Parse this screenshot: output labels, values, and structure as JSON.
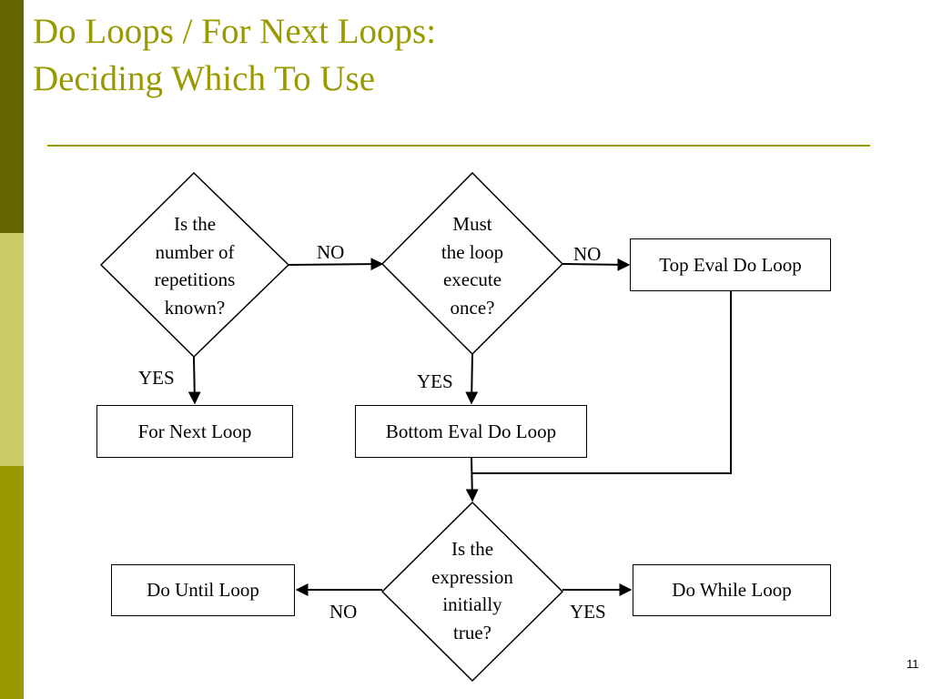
{
  "title": {
    "line1": "Do Loops / For Next Loops:",
    "line2": "Deciding Which To Use"
  },
  "colors": {
    "title": "#999900",
    "sidebar_dark": "#666600",
    "sidebar_light": "#cccc66",
    "sidebar_mid": "#999900",
    "rule": "#999900"
  },
  "diagram": {
    "decisions": {
      "repetitions_known": "Is the\nnumber of\nrepetitions\nknown?",
      "must_execute_once": "Must\nthe loop\nexecute\nonce?",
      "expression_initially_true": "Is the\nexpression\ninitially\ntrue?"
    },
    "boxes": {
      "top_eval": "Top Eval Do Loop",
      "for_next": "For Next Loop",
      "bottom_eval": "Bottom Eval Do Loop",
      "do_until": "Do Until Loop",
      "do_while": "Do While Loop"
    },
    "edge_labels": {
      "no_1": "NO",
      "no_2": "NO",
      "yes_1": "YES",
      "yes_2": "YES",
      "no_3": "NO",
      "yes_3": "YES"
    }
  },
  "page_number": "11"
}
